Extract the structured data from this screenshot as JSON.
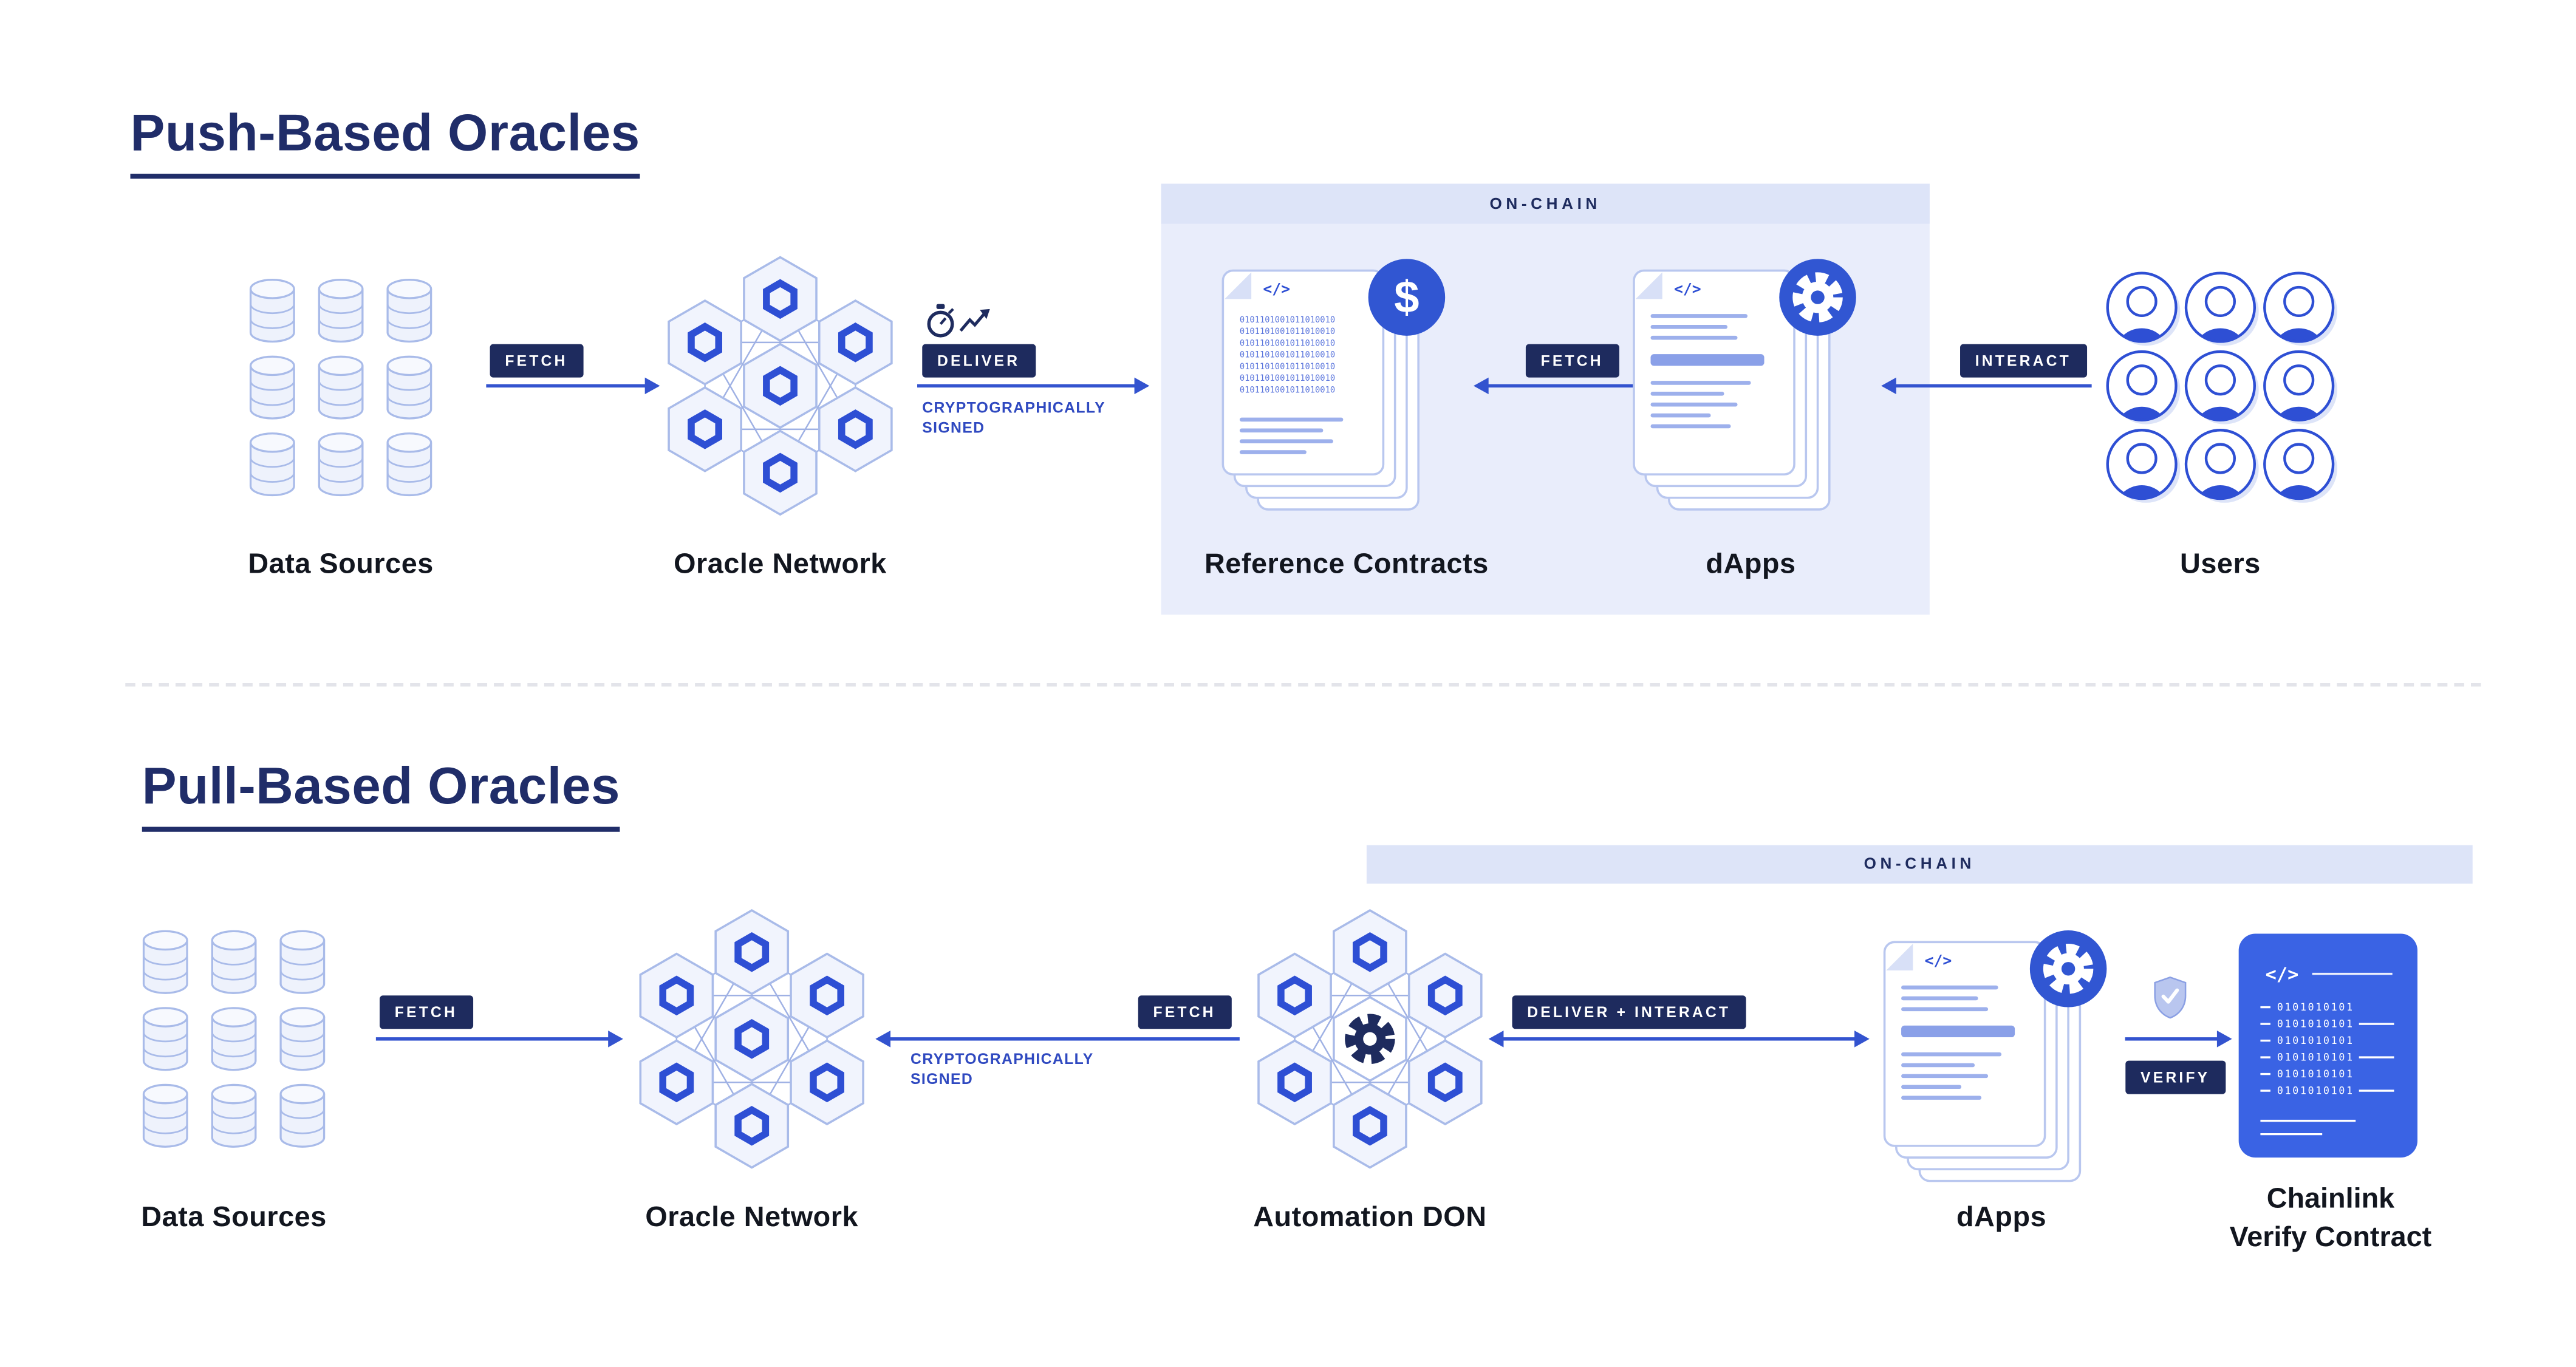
{
  "push": {
    "title": "Push-Based Oracles",
    "on_chain": "ON-CHAIN",
    "labels": {
      "data_sources": "Data Sources",
      "oracle_network": "Oracle Network",
      "reference_contracts": "Reference Contracts",
      "dapps": "dApps",
      "users": "Users"
    },
    "badges": {
      "fetch_left": "FETCH",
      "deliver": "DELIVER",
      "fetch_right": "FETCH",
      "interact": "INTERACT"
    },
    "note": "CRYPTOGRAPHICALLY SIGNED",
    "counts": {
      "data_sources": 9,
      "users": 9,
      "network_nodes": 7,
      "contract_pages": 4,
      "dapp_pages": 4
    }
  },
  "pull": {
    "title": "Pull-Based Oracles",
    "on_chain": "ON-CHAIN",
    "labels": {
      "data_sources": "Data Sources",
      "oracle_network": "Oracle Network",
      "automation_don": "Automation DON",
      "dapps": "dApps",
      "verify_contract_line1": "Chainlink",
      "verify_contract_line2": "Verify Contract"
    },
    "badges": {
      "fetch_left": "FETCH",
      "fetch_mid": "FETCH",
      "deliver_interact": "DELIVER + INTERACT",
      "verify": "VERIFY"
    },
    "note": "CRYPTOGRAPHICALLY SIGNED",
    "counts": {
      "data_sources": 9,
      "network_nodes": 7,
      "dapp_pages": 4
    }
  },
  "icons": {
    "dollar_badge": "$",
    "gear_badge": "gear-icon",
    "code_glyph": "</>",
    "binary_sample": "0101101001011010010",
    "binary_short": "0101010101",
    "stopwatch": "stopwatch-trend-icon",
    "shield": "shield-check-icon"
  },
  "colors": {
    "navy": "#1e2b5e",
    "blue": "#2e4fd4",
    "arrow": "#3353cf",
    "badge_bg": "#1e2b5e",
    "panel": "#e9edfb",
    "strip": "#dde4f8",
    "verify_box": "#3a63e4",
    "badge_circle": "#3156d2",
    "hex_fill": "#f1f4fd",
    "hex_stroke": "#a9bbe9"
  }
}
